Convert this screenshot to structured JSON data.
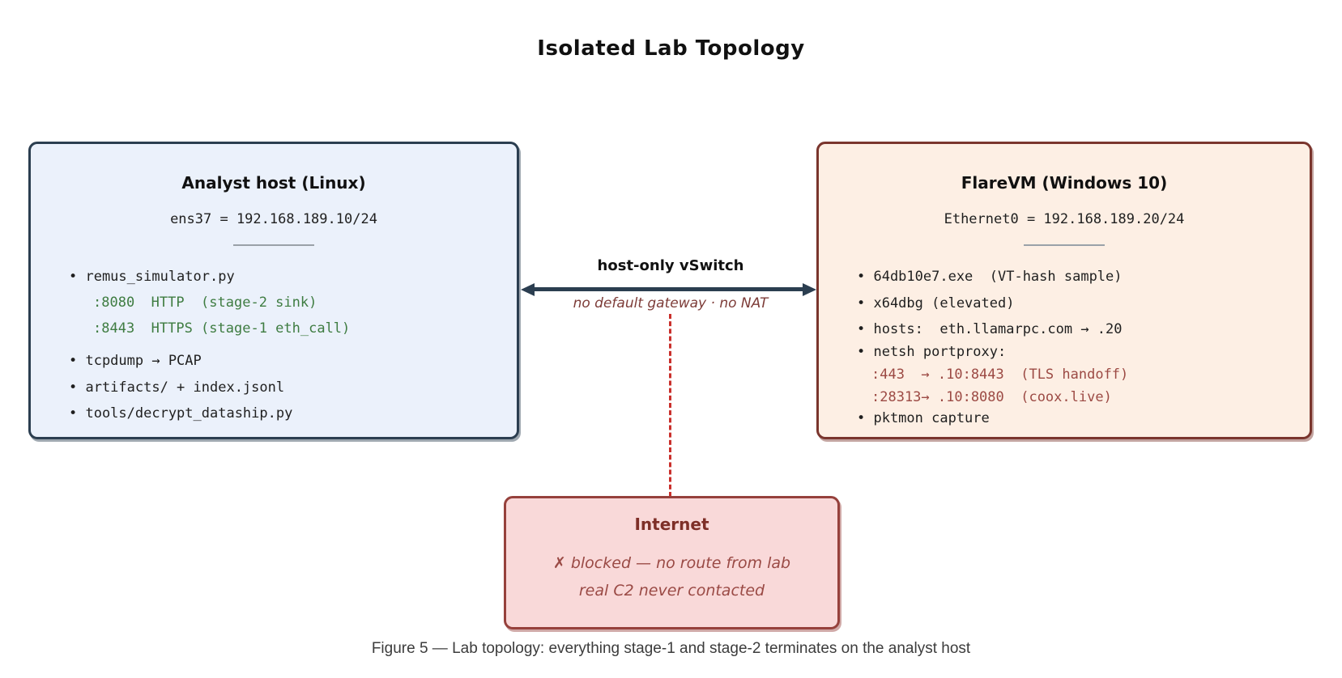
{
  "title": "Isolated Lab Topology",
  "caption": "Figure 5 — Lab topology: everything stage-1 and stage-2 terminates on the analyst host",
  "analyst_box": {
    "title": "Analyst host (Linux)",
    "interface": "ens37 = 192.168.189.10/24",
    "lines": [
      {
        "text": "• remus_simulator.py"
      },
      {
        "text": ":8080  HTTP  (stage-2 sink)"
      },
      {
        "text": ":8443  HTTPS (stage-1 eth_call)"
      },
      {
        "text": "• tcpdump → PCAP"
      },
      {
        "text": "• artifacts/ + index.jsonl"
      },
      {
        "text": "• tools/decrypt_dataship.py"
      }
    ]
  },
  "flarevm_box": {
    "title": "FlareVM (Windows 10)",
    "interface": "Ethernet0 = 192.168.189.20/24",
    "lines": [
      {
        "text": "• 64db10e7.exe  (VT-hash sample)"
      },
      {
        "text": "• x64dbg (elevated)"
      },
      {
        "text": "• hosts:  eth.llamarpc.com → .20"
      },
      {
        "text": "• netsh portproxy:"
      },
      {
        "text": ":443  → .10:8443  (TLS handoff)"
      },
      {
        "text": ":28313→ .10:8080  (coox.live)"
      },
      {
        "text": "• pktmon capture"
      }
    ]
  },
  "switch": {
    "label": "host-only vSwitch",
    "sublabel": "no default gateway ·  no NAT"
  },
  "internet_box": {
    "title": "Internet",
    "blocked_icon": "✗",
    "line1": " blocked — no route from lab",
    "line2": "real C2 never contacted"
  },
  "colors": {
    "navy": "#2b3e50",
    "blue_bg": "#ebf1fb",
    "maroon_border": "#7a352d",
    "cream_bg": "#fdefe4",
    "green": "#3e7c41",
    "maroon_text": "#9c4a44",
    "switch_sub": "#7d3c38",
    "red_dashed": "#c9302c",
    "pink_bg": "#f9d9d9",
    "pink_border": "#96413c",
    "internet_title": "#7e2f28",
    "internet_text": "#9a4a45",
    "ink": "#1f1f1f",
    "caption": "#3c3c3c"
  }
}
